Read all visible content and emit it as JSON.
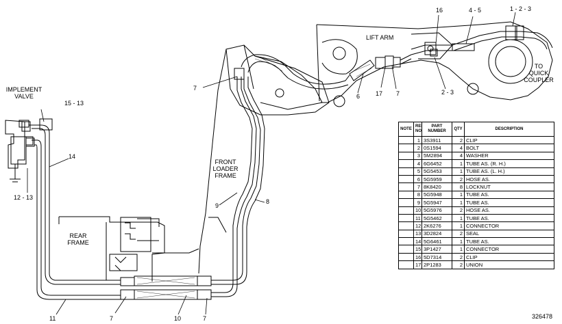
{
  "callouts": {
    "implement_valve": "IMPLEMENT\nVALVE",
    "c15_13": "15 - 13",
    "c14": "14",
    "c12_13": "12 - 13",
    "rear_frame": "REAR\nFRAME",
    "c11": "11",
    "c7_bl": "7",
    "c10": "10",
    "c7_bc": "7",
    "front_loader_frame": "FRONT\nLOADER\nFRAME",
    "c9": "9",
    "c8": "8",
    "c7_top": "7",
    "lift_arm": "LIFT ARM",
    "c6": "6",
    "c17": "17",
    "c7_right": "7",
    "c2_3": "2 - 3",
    "c16": "16",
    "c4_5": "4 - 5",
    "c1_2_3": "1 - 2 - 3",
    "to_quick_coupler": "TO\nQUICK\nCOUPLER"
  },
  "table": {
    "headers": [
      "NOTE",
      "REF.\nNO.",
      "PART\nNUMBER",
      "QTY",
      "DESCRIPTION"
    ],
    "rows": [
      {
        "note": "",
        "ref": "1",
        "part": "3S3911",
        "qty": "2",
        "desc": "CLIP"
      },
      {
        "note": "",
        "ref": "2",
        "part": "0S1594",
        "qty": "4",
        "desc": "BOLT"
      },
      {
        "note": "",
        "ref": "3",
        "part": "5M2894",
        "qty": "4",
        "desc": "WASHER"
      },
      {
        "note": "",
        "ref": "4",
        "part": "6G6452",
        "qty": "1",
        "desc": "TUBE AS. (R. H.)"
      },
      {
        "note": "",
        "ref": "5",
        "part": "5G5453",
        "qty": "1",
        "desc": "TUBE AS. (L. H.)"
      },
      {
        "note": "",
        "ref": "6",
        "part": "5G5959",
        "qty": "2",
        "desc": "HOSE AS."
      },
      {
        "note": "",
        "ref": "7",
        "part": "8K8420",
        "qty": "8",
        "desc": "LOCKNUT"
      },
      {
        "note": "",
        "ref": "8",
        "part": "5G5948",
        "qty": "1",
        "desc": "TUBE AS."
      },
      {
        "note": "",
        "ref": "9",
        "part": "5G5947",
        "qty": "1",
        "desc": "TUBE AS."
      },
      {
        "note": "",
        "ref": "10",
        "part": "5G5976",
        "qty": "2",
        "desc": "HOSE AS."
      },
      {
        "note": "",
        "ref": "11",
        "part": "5G5462",
        "qty": "1",
        "desc": "TUBE AS."
      },
      {
        "note": "",
        "ref": "12",
        "part": "2K6276",
        "qty": "1",
        "desc": "CONNECTOR"
      },
      {
        "note": "",
        "ref": "13",
        "part": "3D2824",
        "qty": "2",
        "desc": "SEAL"
      },
      {
        "note": "",
        "ref": "14",
        "part": "5G6461",
        "qty": "1",
        "desc": "TUBE AS."
      },
      {
        "note": "",
        "ref": "15",
        "part": "3P1427",
        "qty": "1",
        "desc": "CONNECTOR"
      },
      {
        "note": "",
        "ref": "16",
        "part": "5D7314",
        "qty": "2",
        "desc": "CLIP"
      },
      {
        "note": "",
        "ref": "17",
        "part": "2P1283",
        "qty": "2",
        "desc": "UNION"
      }
    ]
  },
  "figure_number": "326478"
}
